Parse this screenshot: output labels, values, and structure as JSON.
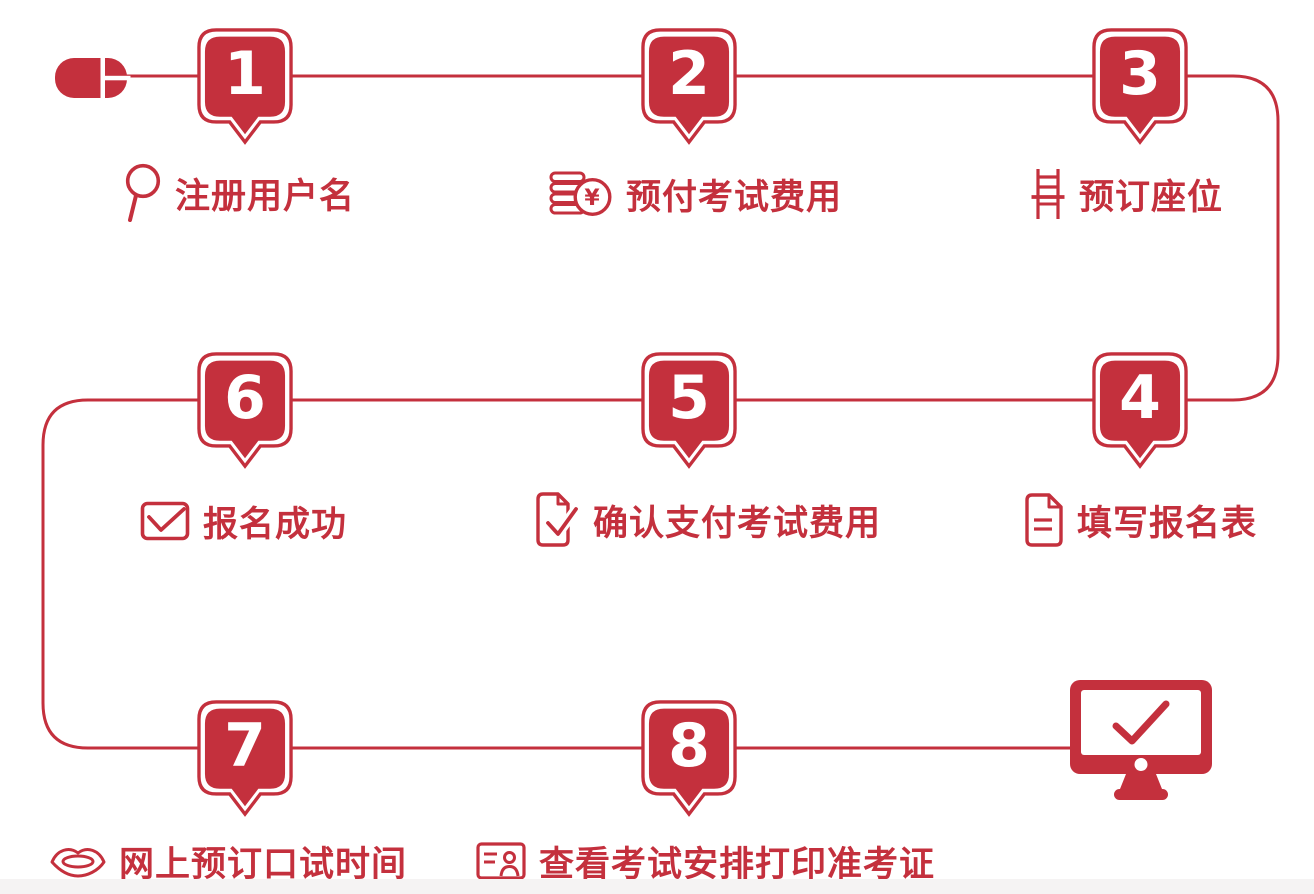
{
  "palette": {
    "accent": "#c4303d",
    "badge_number_color": "#ffffff",
    "background": "#ffffff",
    "footer_strip": "#f5f3f3"
  },
  "flow": {
    "title_semantics": "exam registration process flow, 8 steps, snake path from mouse to monitor",
    "start_icon": "mouse-icon",
    "end_icon": "monitor-check-icon",
    "currency_symbol": "¥",
    "steps": [
      {
        "number": "1",
        "label": "注册用户名",
        "icon": "magnifier-icon"
      },
      {
        "number": "2",
        "label": "预付考试费用",
        "icon": "coins-yen-icon"
      },
      {
        "number": "3",
        "label": "预订座位",
        "icon": "chair-icon"
      },
      {
        "number": "4",
        "label": "填写报名表",
        "icon": "form-document-icon"
      },
      {
        "number": "5",
        "label": "确认支付考试费用",
        "icon": "document-check-icon"
      },
      {
        "number": "6",
        "label": "报名成功",
        "icon": "checkbox-check-icon"
      },
      {
        "number": "7",
        "label": "网上预订口试时间",
        "icon": "lips-icon"
      },
      {
        "number": "8",
        "label": "查看考试安排打印准考证",
        "icon": "id-card-icon"
      }
    ]
  }
}
